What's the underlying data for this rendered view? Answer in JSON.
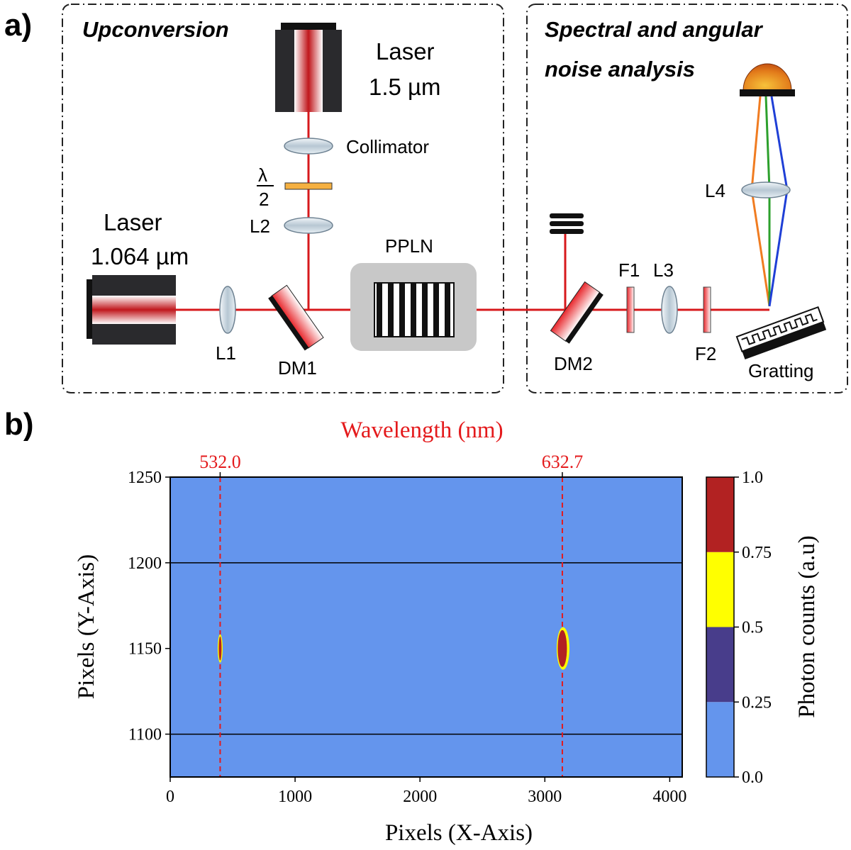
{
  "panel_a": {
    "label": "a)",
    "box_left_title": "Upconversion",
    "box_right_title_line1": "Spectral and angular",
    "box_right_title_line2": "noise analysis",
    "laser_top_line1": "Laser",
    "laser_top_line2": "1.5 µm",
    "laser_left_line1": "Laser",
    "laser_left_line2": "1.064 µm",
    "collimator": "Collimator",
    "waveplate_num": "λ",
    "waveplate_den": "2",
    "l1": "L1",
    "l2": "L2",
    "l3": "L3",
    "l4": "L4",
    "dm1": "DM1",
    "dm2": "DM2",
    "ppln": "PPLN",
    "f1": "F1",
    "f2": "F2",
    "grating": "Gratting"
  },
  "panel_b": {
    "label": "b)"
  },
  "chart_data": {
    "type": "heatmap",
    "title": "",
    "top_axis_label": "Wavelength (nm)",
    "top_ticks": [
      {
        "x": 400,
        "label": "532.0"
      },
      {
        "x": 3140,
        "label": "632.7"
      }
    ],
    "xlabel": "Pixels (X-Axis)",
    "ylabel": "Pixels (Y-Axis)",
    "xlim": [
      0,
      4100
    ],
    "ylim": [
      1075,
      1250
    ],
    "xticks": [
      0,
      1000,
      2000,
      3000,
      4000
    ],
    "yticks": [
      1100,
      1150,
      1200,
      1250
    ],
    "horizontal_lines_y": [
      1100,
      1200
    ],
    "background_value": 0.1,
    "spots": [
      {
        "x": 400,
        "y": 1150,
        "peak": 1.0
      },
      {
        "x": 3140,
        "y": 1150,
        "peak": 1.0
      }
    ],
    "colorbar": {
      "label": "Photon counts (a.u)",
      "ticks": [
        "0.0",
        "0.25",
        "0.5",
        "0.75",
        "1.0"
      ],
      "levels": [
        {
          "from": 0.0,
          "to": 0.25,
          "color": "#6495ed"
        },
        {
          "from": 0.25,
          "to": 0.5,
          "color": "#483d8b"
        },
        {
          "from": 0.5,
          "to": 0.75,
          "color": "#ffff00"
        },
        {
          "from": 0.75,
          "to": 1.0,
          "color": "#b22222"
        }
      ]
    },
    "colors": {
      "background": "#6495ed",
      "marker_line": "#e41a1c",
      "spot_core": "#b22222",
      "spot_edge": "#ffff00"
    }
  }
}
